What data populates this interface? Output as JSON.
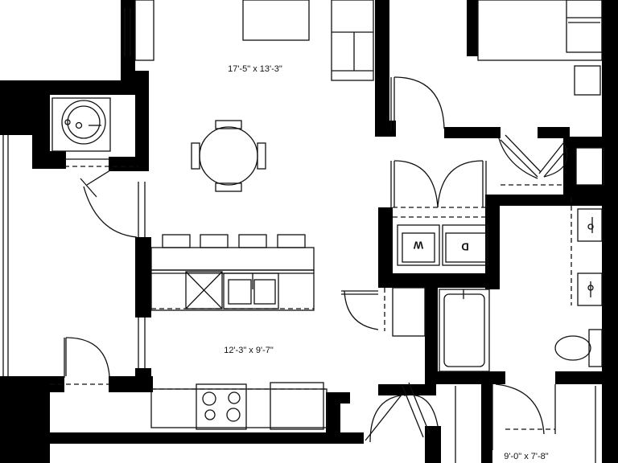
{
  "rooms": {
    "living": {
      "dimensions": "17'-5\" x 13'-3\""
    },
    "kitchen": {
      "dimensions": "12'-3\" x 9'-7\""
    },
    "bedroom": {
      "dimensions": "9'-0\" x 7'-8\""
    }
  },
  "appliances": {
    "washer": "W",
    "dryer": "D"
  },
  "colors": {
    "wall": "#000000",
    "line": "#111111",
    "background": "#ffffff"
  }
}
